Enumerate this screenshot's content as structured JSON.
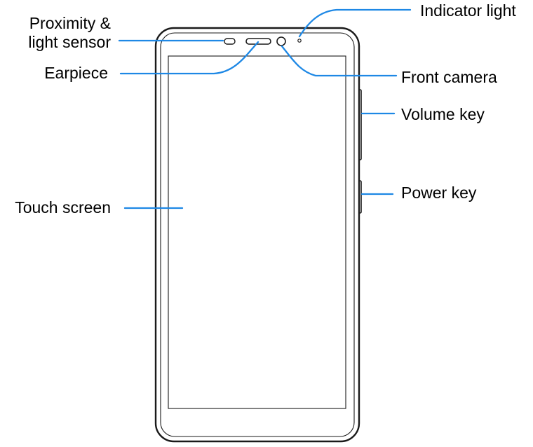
{
  "labels": {
    "proximity_line1": "Proximity &",
    "proximity_line2": "light sensor",
    "earpiece": "Earpiece",
    "touch_screen": "Touch screen",
    "indicator_light": "Indicator light",
    "front_camera": "Front camera",
    "volume_key": "Volume key",
    "power_key": "Power key"
  },
  "colors": {
    "callout": "#1e88e5",
    "outline": "#1a1a1a",
    "text": "#000000"
  }
}
